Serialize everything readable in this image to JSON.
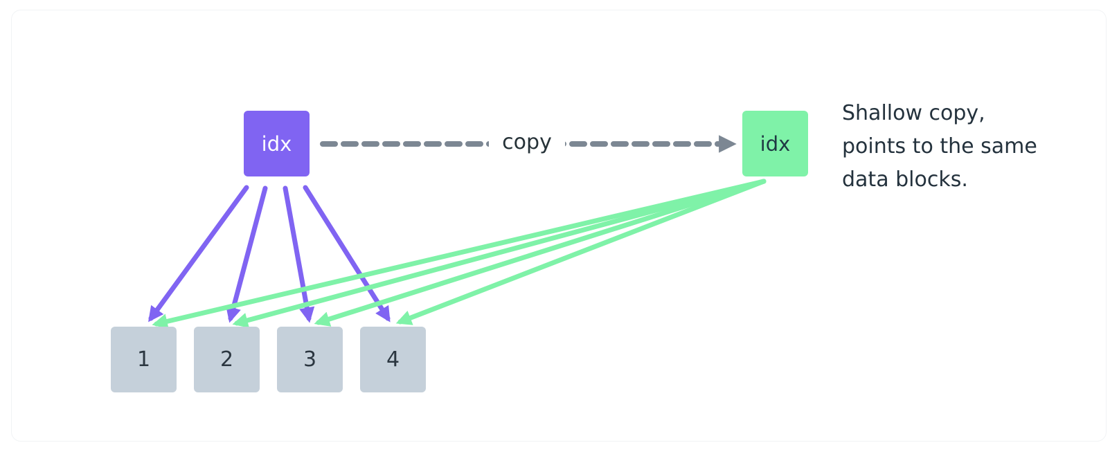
{
  "diagram": {
    "original_index": {
      "label": "idx"
    },
    "copied_index": {
      "label": "idx"
    },
    "copy_edge": {
      "label": "copy"
    },
    "data_blocks": [
      {
        "label": "1"
      },
      {
        "label": "2"
      },
      {
        "label": "3"
      },
      {
        "label": "4"
      }
    ],
    "note": {
      "lines": [
        "Shallow copy,",
        "points to the same",
        "data blocks."
      ]
    }
  },
  "colors": {
    "original": "#8064f2",
    "copy": "#7ff2a8",
    "block": "#c5d0da",
    "dashed_arrow": "#7c8793",
    "text_dark": "#24323d"
  }
}
